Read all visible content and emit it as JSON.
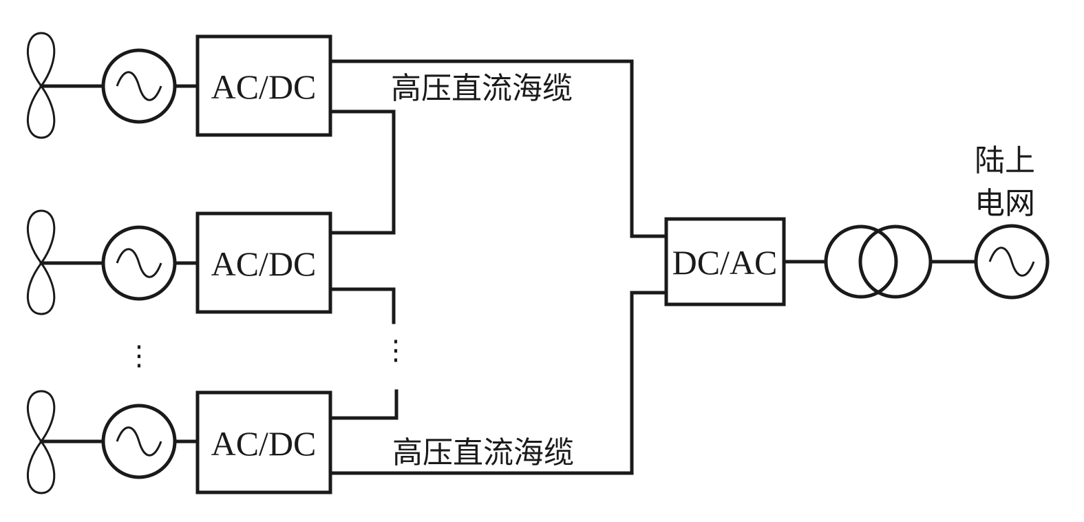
{
  "converter_label": "AC/DC",
  "inverter_label": "DC/AC",
  "cable_label": "高压直流海缆",
  "grid_label_line1": "陆上",
  "grid_label_line2": "电网",
  "ellipsis": "⋮"
}
